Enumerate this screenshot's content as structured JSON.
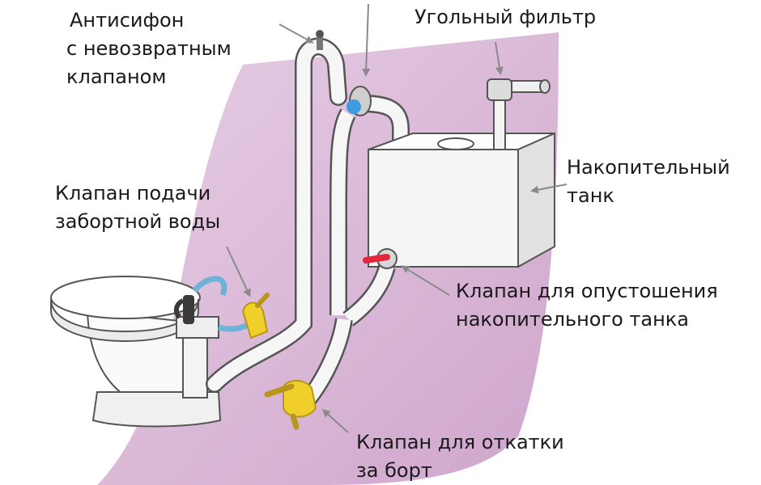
{
  "labels": {
    "anti_siphon": [
      "Антисифон",
      "с невозвратным",
      "клапаном"
    ],
    "carbon_filter": "Угольный фильтр",
    "holding_tank": [
      "Накопительный",
      "танк"
    ],
    "seawater_intake_valve": [
      "Клапан подачи",
      "забортной воды"
    ],
    "tank_drain_valve": [
      "Клапан для опустошения",
      "накопительного танка"
    ],
    "overboard_valve": [
      "Клапан для откатки",
      "за борт"
    ]
  },
  "colors": {
    "wall": "#d9b7d6",
    "hose_fill": "#f6f6f6",
    "hose_outline": "#555555",
    "valve_yellow": "#f1cf2a",
    "tank_face": "#f5f5f5",
    "arrow_gray": "#8a8a8a",
    "check_valve_blue": "#3d9be0",
    "drain_handle_red": "#e0283a"
  },
  "icons": [
    "toilet-icon",
    "holding-tank-icon",
    "carbon-filter-icon",
    "anti-siphon-loop-icon",
    "gate-valve-icon"
  ]
}
